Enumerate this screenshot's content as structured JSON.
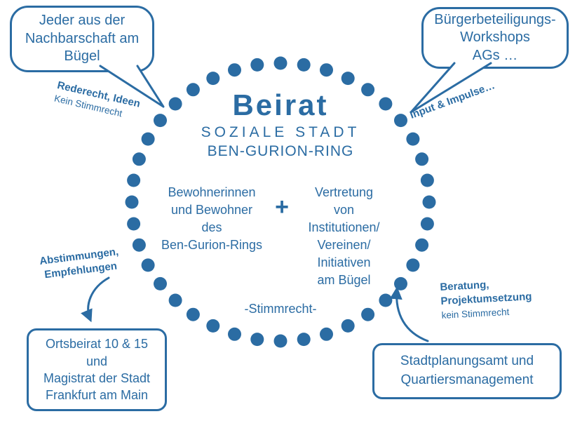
{
  "colors": {
    "blue": "#2b6ca3",
    "background": "#ffffff"
  },
  "ring": {
    "dot_count": 40
  },
  "circle": {
    "title": "Beirat",
    "subtitle_line1": "SOZIALE STADT",
    "subtitle_line2": "BEN-GURION-RING",
    "left_group_lines": [
      "Bewohnerinnen",
      "und Bewohner",
      "des",
      "Ben-Gurion-Rings"
    ],
    "plus_sign": "+",
    "right_group_lines": [
      "Vertretung",
      "von",
      "Institutionen/",
      "Vereinen/",
      "Initiativen",
      "am Bügel"
    ],
    "voting_note": "-Stimmrecht-"
  },
  "bubbles": {
    "top_left": {
      "lines": [
        "Jeder aus der",
        "Nachbarschaft am",
        "Bügel"
      ]
    },
    "top_right": {
      "lines": [
        "Bürgerbeteiligungs-",
        "Workshops",
        "AGs …"
      ]
    },
    "bottom_left": {
      "lines": [
        "Ortsbeirat 10 & 15",
        "und",
        "Magistrat der Stadt",
        "Frankfurt am Main"
      ]
    },
    "bottom_right": {
      "lines": [
        "Stadtplanungsamt und",
        "Quartiersmanagement"
      ]
    }
  },
  "annotations": {
    "top_left": {
      "bold": "Rederecht, Ideen",
      "regular": "Kein Stimmrecht"
    },
    "top_right": {
      "bold": "Input & Impulse…"
    },
    "left": {
      "bold_lines": [
        "Abstimmungen,",
        "Empfehlungen"
      ]
    },
    "right": {
      "bold_lines": [
        "Beratung,",
        "Projektumsetzung"
      ],
      "regular": "kein Stimmrecht"
    }
  }
}
